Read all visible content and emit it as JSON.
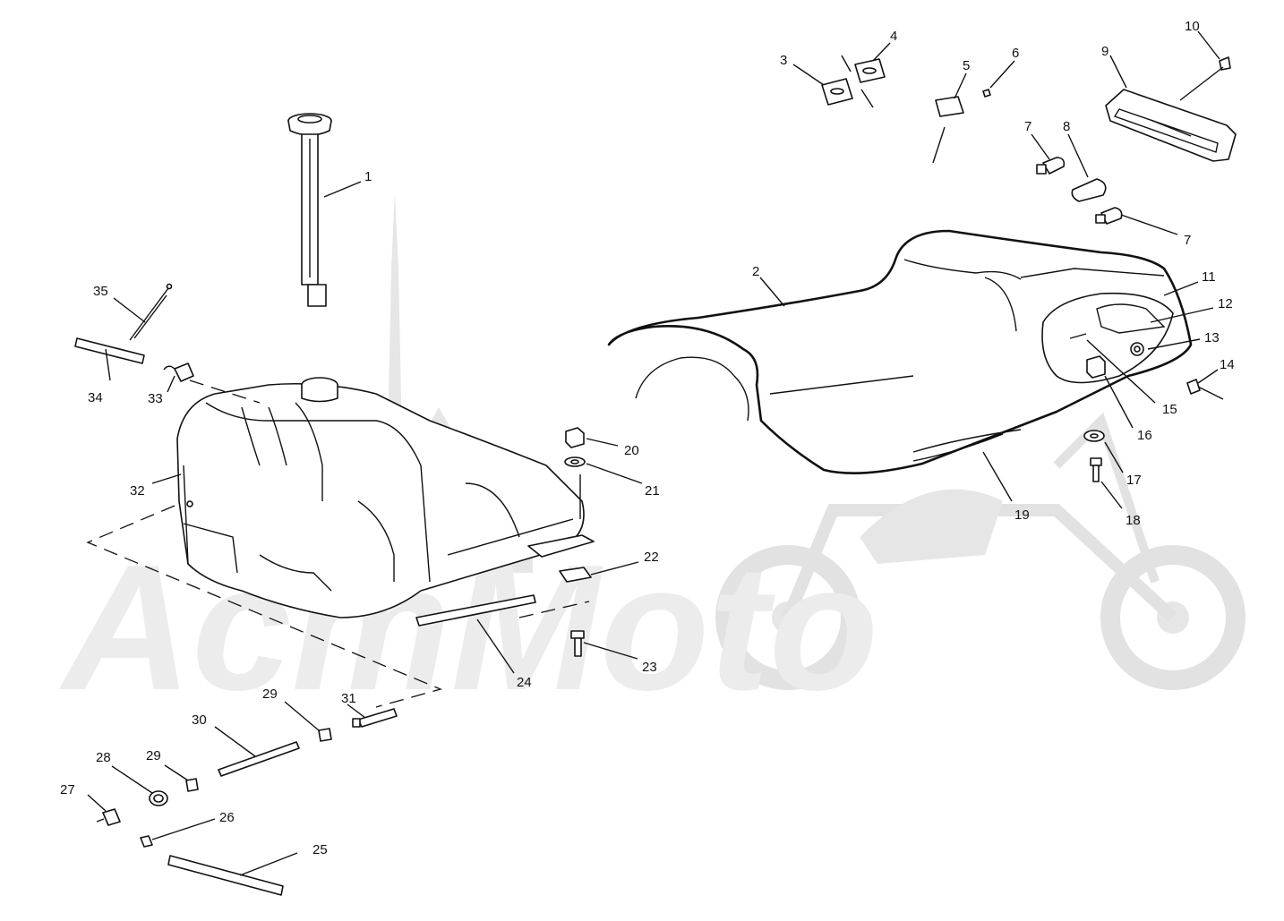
{
  "diagram": {
    "watermark_text": "AcmMoto",
    "parts": [
      {
        "id": "1",
        "label": "1"
      },
      {
        "id": "2",
        "label": "2"
      },
      {
        "id": "3",
        "label": "3"
      },
      {
        "id": "4",
        "label": "4"
      },
      {
        "id": "5",
        "label": "5"
      },
      {
        "id": "6",
        "label": "6"
      },
      {
        "id": "7a",
        "label": "7"
      },
      {
        "id": "7b",
        "label": "7"
      },
      {
        "id": "8",
        "label": "8"
      },
      {
        "id": "9",
        "label": "9"
      },
      {
        "id": "10",
        "label": "10"
      },
      {
        "id": "11",
        "label": "11"
      },
      {
        "id": "12",
        "label": "12"
      },
      {
        "id": "13",
        "label": "13"
      },
      {
        "id": "14",
        "label": "14"
      },
      {
        "id": "15",
        "label": "15"
      },
      {
        "id": "16",
        "label": "16"
      },
      {
        "id": "17",
        "label": "17"
      },
      {
        "id": "18",
        "label": "18"
      },
      {
        "id": "19",
        "label": "19"
      },
      {
        "id": "20",
        "label": "20"
      },
      {
        "id": "21",
        "label": "21"
      },
      {
        "id": "22",
        "label": "22"
      },
      {
        "id": "23",
        "label": "23"
      },
      {
        "id": "24",
        "label": "24"
      },
      {
        "id": "25",
        "label": "25"
      },
      {
        "id": "26",
        "label": "26"
      },
      {
        "id": "27",
        "label": "27"
      },
      {
        "id": "28",
        "label": "28"
      },
      {
        "id": "29a",
        "label": "29"
      },
      {
        "id": "29b",
        "label": "29"
      },
      {
        "id": "30",
        "label": "30"
      },
      {
        "id": "31",
        "label": "31"
      },
      {
        "id": "32",
        "label": "32"
      },
      {
        "id": "33",
        "label": "33"
      },
      {
        "id": "34",
        "label": "34"
      },
      {
        "id": "35",
        "label": "35"
      }
    ]
  }
}
